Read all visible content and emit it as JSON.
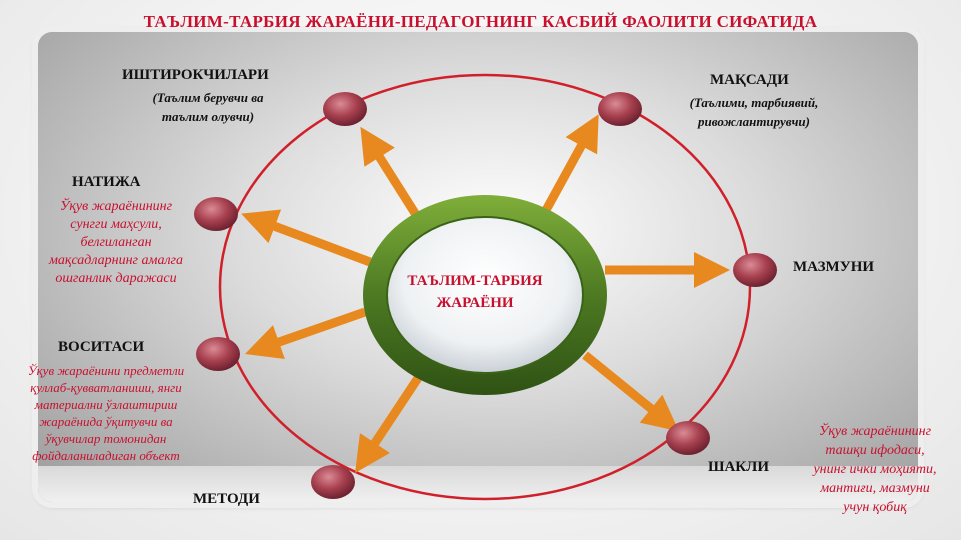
{
  "title": "ТАЪЛИМ-ТАРБИЯ ЖАРАЁНИ-ПЕДАГОГНИНГ КАСБИЙ ФАОЛИТИ СИФАТИДА",
  "center": {
    "line1": "ТАЪЛИМ-ТАРБИЯ",
    "line2": "ЖАРАЁНИ"
  },
  "nodes": {
    "ishtirokchilari": {
      "label": "ИШТИРОКЧИЛАРИ",
      "sub1": "(Таълим берувчи ва",
      "sub2": "таълим олувчи)"
    },
    "maqsadi": {
      "label": "МАҚСАДИ",
      "sub1": "(Таълими, тарбиявий,",
      "sub2": "ривожлантирувчи)"
    },
    "natija": {
      "label": "НАТИЖА",
      "d1": "Ўқув жараёнининг",
      "d2": "сунгги маҳсули,",
      "d3": "белгиланган",
      "d4": "мақсадларнинг амалга",
      "d5": "ошганлик даражаси"
    },
    "mazmuni": {
      "label": "МАЗМУНИ"
    },
    "vositasi": {
      "label": "ВОСИТАСИ",
      "d1": "Ўқув жараёнини предметли",
      "d2": "қуллаб-қувватланиши, янги",
      "d3": "материални ўзлаштириш",
      "d4": "жараёнида ўқитувчи ва",
      "d5": "ўқувчилар томонидан",
      "d6": "фойдаланиладиган объект"
    },
    "shakli": {
      "label": "ШАКЛИ",
      "d1": "Ўқув жараёнининг",
      "d2": "ташқи ифодаси,",
      "d3": "унинг ички моҳияти,",
      "d4": "мантиғи, мазмуни",
      "d5": "учун қобиқ"
    },
    "metodi": {
      "label": "МЕТОДИ"
    }
  },
  "colors": {
    "title": "#c8102e",
    "ring": "#d0202a",
    "arrow": "#e8891f",
    "node": "#b04a5a",
    "center_ring": "#4f7f25"
  }
}
